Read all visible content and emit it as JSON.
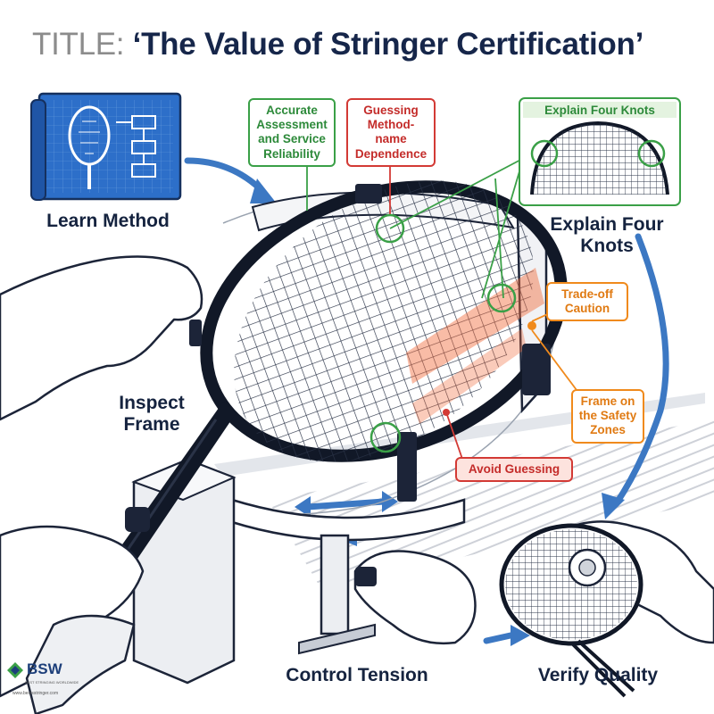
{
  "title": {
    "prefix": "TITLE:",
    "text": "‘The Value of Stringer Certification’"
  },
  "labels": {
    "learn_method": "Learn Method",
    "explain_four_knots": "Explain Four Knots",
    "inspect_frame": "Inspect Frame",
    "control_tension": "Control Tension",
    "verify_quality": "Verify Quality"
  },
  "callouts": {
    "accurate": "Accurate Assessment and Service Reliability",
    "guessing_method": "Guessing Method-name Dependence",
    "explain_knots_inset": "Explain Four Knots",
    "trade_off": "Trade-off Caution",
    "frame_safety": "Frame on the Safety Zones",
    "avoid_guessing": "Avoid Guessing"
  },
  "logo": {
    "name": "BSW",
    "tagline": "BEST STRINGING WORLDWIDE",
    "url": "www.bestsstringer.com"
  },
  "colors": {
    "navy": "#16264a",
    "blue_arrow": "#3c78c3",
    "green": "#3aa047",
    "red": "#d33a35",
    "orange": "#f08a1c"
  }
}
